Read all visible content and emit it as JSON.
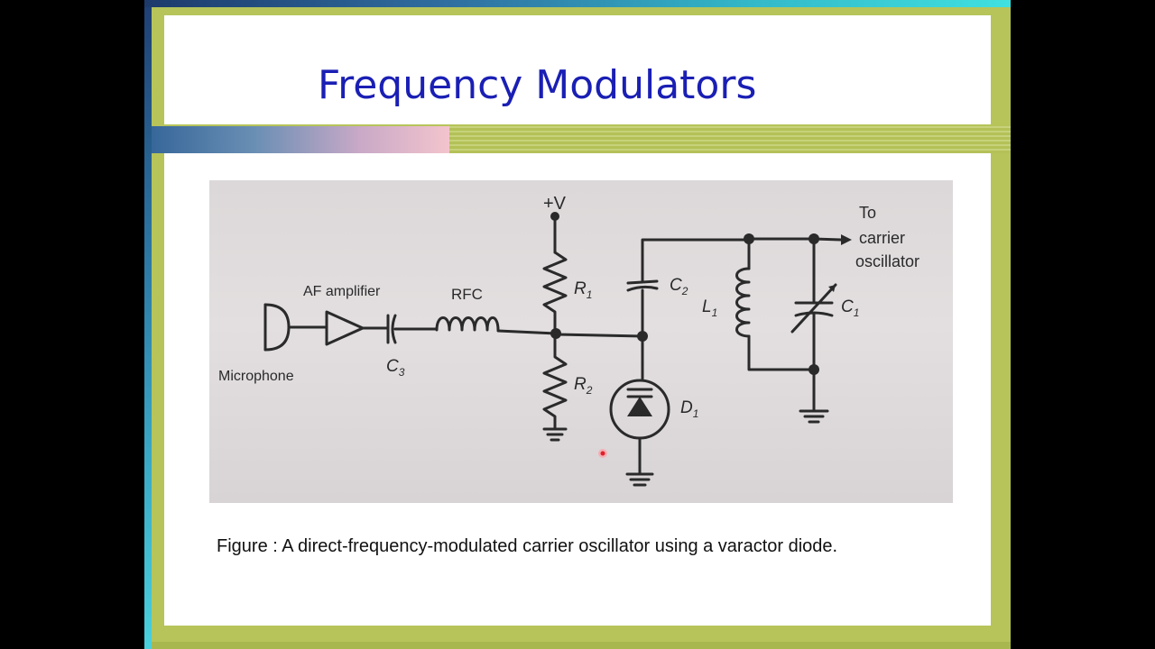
{
  "slide": {
    "title": "Frequency Modulators",
    "caption": "Figure : A direct-frequency-modulated carrier oscillator using a varactor diode."
  },
  "circuit": {
    "labels": {
      "supply": "+V",
      "output": [
        "To",
        "carrier",
        "oscillator"
      ],
      "af_amplifier": "AF amplifier",
      "rfc": "RFC",
      "microphone": "Microphone",
      "c3": "C",
      "c3_sub": "3",
      "r1": "R",
      "r1_sub": "1",
      "r2": "R",
      "r2_sub": "2",
      "c2": "C",
      "c2_sub": "2",
      "l1": "L",
      "l1_sub": "1",
      "c1": "C",
      "c1_sub": "1",
      "d1": "D",
      "d1_sub": "1"
    }
  },
  "colors": {
    "title": "#1a1fb4",
    "slide_frame": "#b6c45a",
    "laser_pointer": "#e0202a"
  }
}
